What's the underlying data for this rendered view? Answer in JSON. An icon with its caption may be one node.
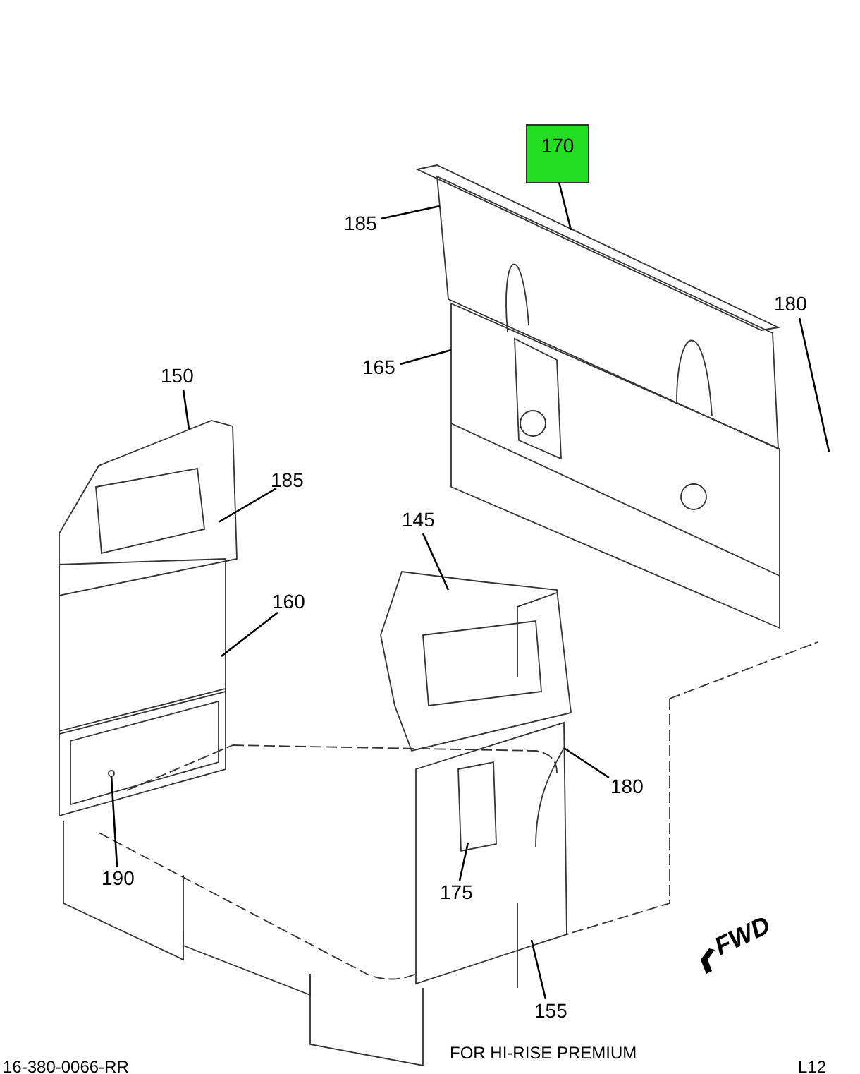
{
  "diagram": {
    "nodes": [
      {
        "text": [
          "170"
        ]
      },
      {
        "text": [
          "185"
        ]
      },
      {
        "text": [
          "180"
        ]
      },
      {
        "text": [
          "165"
        ]
      },
      {
        "text": [
          "150"
        ]
      },
      {
        "text": [
          "185"
        ]
      },
      {
        "text": [
          "145"
        ]
      },
      {
        "text": [
          "160"
        ]
      },
      {
        "text": [
          "180"
        ]
      },
      {
        "text": [
          "190"
        ]
      },
      {
        "text": [
          "175"
        ]
      },
      {
        "text": [
          "155"
        ]
      }
    ],
    "edges": [
      {
        "from": 0,
        "to": null,
        "arrow": "none"
      },
      {
        "from": 1,
        "to": null,
        "arrow": "none"
      },
      {
        "from": 2,
        "to": null,
        "arrow": "none"
      },
      {
        "from": 3,
        "to": null,
        "arrow": "none"
      },
      {
        "from": 4,
        "to": null,
        "arrow": "none"
      },
      {
        "from": 5,
        "to": null,
        "arrow": "none"
      },
      {
        "from": 6,
        "to": null,
        "arrow": "none"
      },
      {
        "from": 7,
        "to": null,
        "arrow": "none"
      },
      {
        "from": 8,
        "to": null,
        "arrow": "none"
      },
      {
        "from": 9,
        "to": null,
        "arrow": "none"
      },
      {
        "from": 10,
        "to": null,
        "arrow": "none"
      },
      {
        "from": 11,
        "to": null,
        "arrow": "none"
      }
    ],
    "labels": [
      "FWD",
      "FOR HI-RISE PREMIUM",
      "16-380-0066-RR",
      "L12"
    ]
  }
}
